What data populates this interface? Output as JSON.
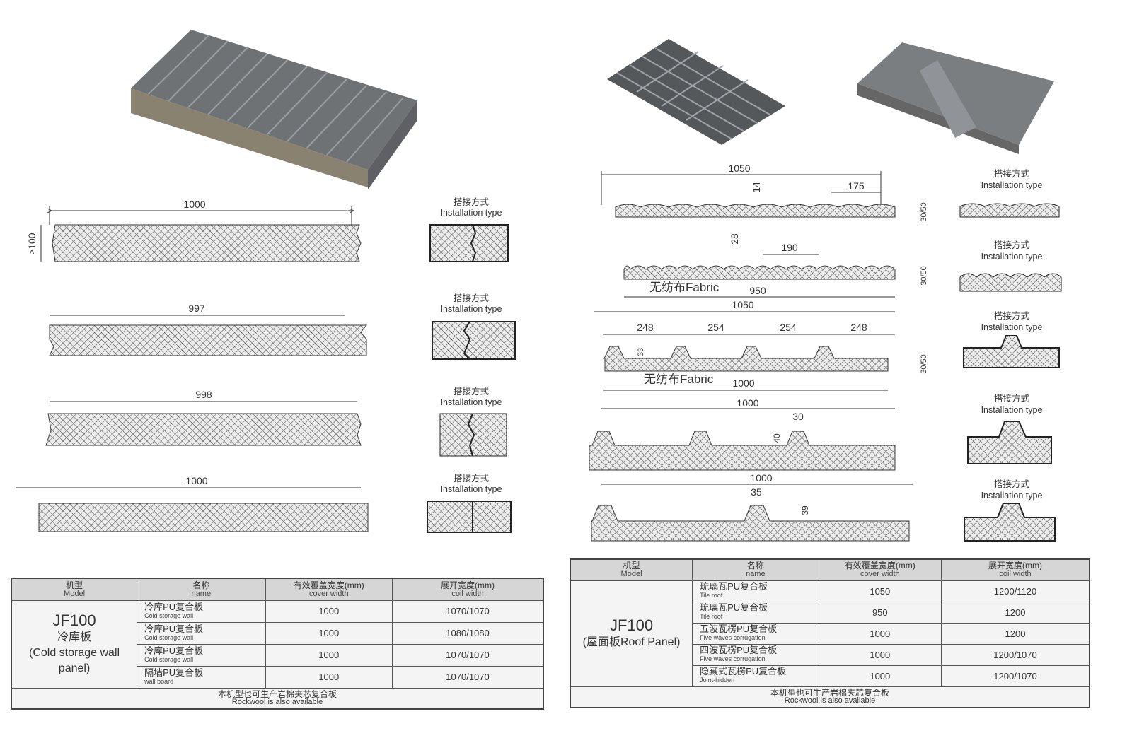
{
  "left": {
    "profiles": [
      {
        "width_label": "1000",
        "height_label": "≥100"
      },
      {
        "width_label": "997"
      },
      {
        "width_label": "998"
      },
      {
        "width_label": "1000"
      }
    ],
    "install_cn": "搭接方式",
    "install_en": "Installation type"
  },
  "right": {
    "profiles": [
      {
        "width": "1050",
        "d1": "14",
        "d2": "175",
        "thick": "30/50"
      },
      {
        "d1": "28",
        "d2": "190",
        "fabric": "无纺布Fabric",
        "inner": "950",
        "width": "1050",
        "thick": "30/50"
      },
      {
        "w1": "248",
        "w2": "254",
        "w3": "254",
        "w4": "248",
        "d1": "33",
        "fabric": "无纺布Fabric",
        "width": "1000",
        "thick": "30/50"
      },
      {
        "width": "1000",
        "d1": "30",
        "d2": "40"
      },
      {
        "width": "1000",
        "d1": "35",
        "d2": "39"
      }
    ],
    "install_cn": "搭接方式",
    "install_en": "Installation type"
  },
  "table_left": {
    "headers": [
      {
        "cn": "机型",
        "en": "Model"
      },
      {
        "cn": "名称",
        "en": "name"
      },
      {
        "cn": "有效覆盖宽度(mm)",
        "en": "cover width"
      },
      {
        "cn": "展开宽度(mm)",
        "en": "coil width"
      }
    ],
    "model": "JF100",
    "model_cn": "冷库板",
    "model_en": "(Cold storage wall panel)",
    "rows": [
      {
        "cn": "冷库PU复合板",
        "en": "Cold storage wall",
        "cover": "1000",
        "coil": "1070/1070"
      },
      {
        "cn": "冷库PU复合板",
        "en": "Cold storage wall",
        "cover": "1000",
        "coil": "1080/1080"
      },
      {
        "cn": "冷库PU复合板",
        "en": "Cold storage wall",
        "cover": "1000",
        "coil": "1070/1070"
      },
      {
        "cn": "隔墙PU复合板",
        "en": "wall board",
        "cover": "1000",
        "coil": "1070/1070"
      }
    ],
    "footer_cn": "本机型也可生产岩棉夹芯复合板",
    "footer_en": "Rockwool is also available"
  },
  "table_right": {
    "headers": [
      {
        "cn": "机型",
        "en": "Model"
      },
      {
        "cn": "名称",
        "en": "name"
      },
      {
        "cn": "有效覆盖宽度(mm)",
        "en": "cover width"
      },
      {
        "cn": "展开宽度(mm)",
        "en": "coil width"
      }
    ],
    "model": "JF100",
    "model_sub": "(屋面板Roof Panel)",
    "rows": [
      {
        "cn": "琉璃瓦PU复合板",
        "en": "Tile roof",
        "cover": "1050",
        "coil": "1200/1120"
      },
      {
        "cn": "琉璃瓦PU复合板",
        "en": "Tile roof",
        "cover": "950",
        "coil": "1200"
      },
      {
        "cn": "五波瓦楞PU复合板",
        "en": "Five waves corrugation",
        "cover": "1000",
        "coil": "1200"
      },
      {
        "cn": "四波瓦楞PU复合板",
        "en": "Five waves corrugation",
        "cover": "1000",
        "coil": "1200/1070"
      },
      {
        "cn": "隐藏式瓦楞PU复合板",
        "en": "Joint-hidden",
        "cover": "1000",
        "coil": "1200/1070"
      }
    ],
    "footer_cn": "本机型也可生产岩棉夹芯复合板",
    "footer_en": "Rockwool is also available"
  }
}
